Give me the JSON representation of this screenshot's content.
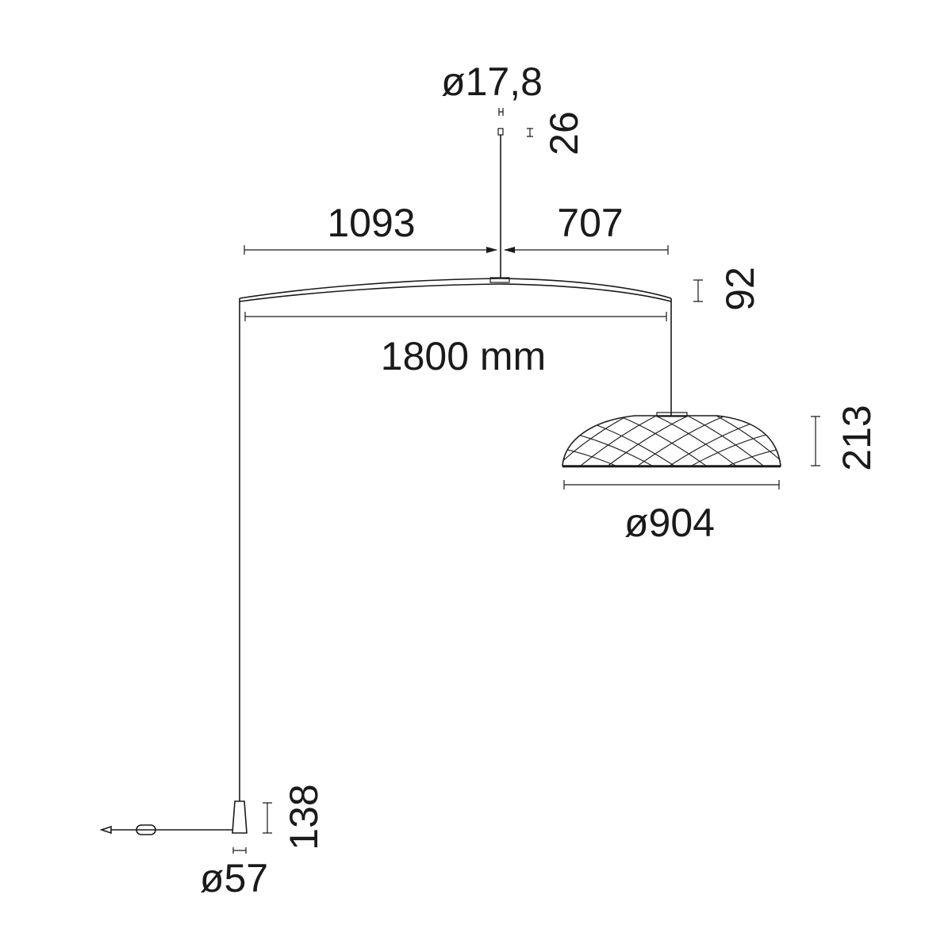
{
  "dimensions": {
    "rod_diameter": "ø17,8",
    "rod_end_height": "26",
    "arm_left": "1093",
    "arm_right": "707",
    "arm_height": "92",
    "arm_span": "1800 mm",
    "shade_height": "213",
    "shade_diameter": "ø904",
    "base_height": "138",
    "base_diameter": "ø57"
  },
  "colors": {
    "line": "#1a1a1a",
    "background": "#ffffff"
  }
}
